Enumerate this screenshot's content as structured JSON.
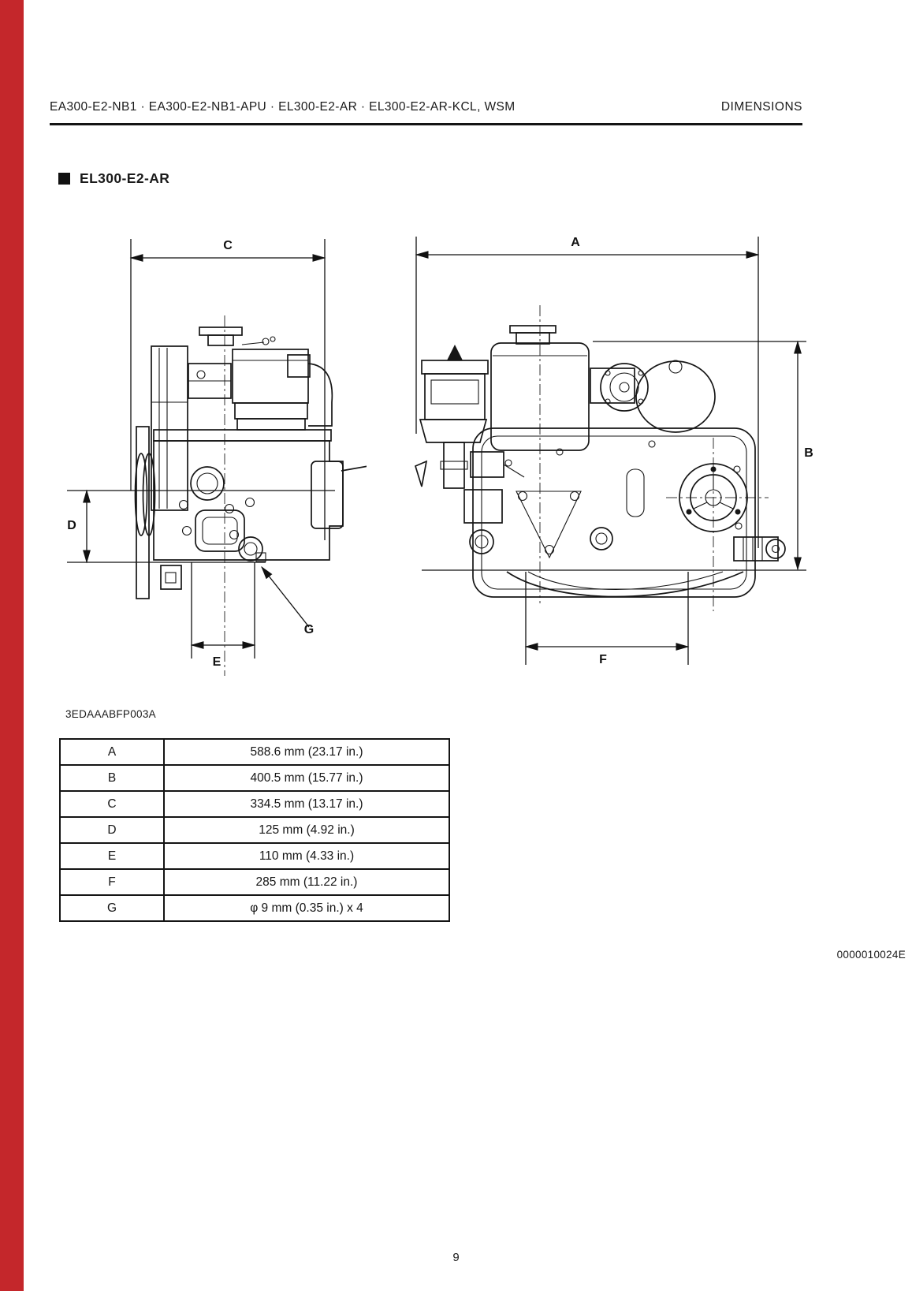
{
  "header": {
    "models": "EA300-E2-NB1 · EA300-E2-NB1-APU · EL300-E2-AR · EL300-E2-AR-KCL,  WSM",
    "right": "DIMENSIONS"
  },
  "section": {
    "title": "EL300-E2-AR"
  },
  "figure": {
    "code": "3EDAAABFP003A"
  },
  "diagrams": {
    "side_view": {
      "labels": {
        "c": "C",
        "d": "D",
        "e": "E",
        "g": "G"
      }
    },
    "front_view": {
      "labels": {
        "a": "A",
        "b": "B",
        "f": "F"
      }
    }
  },
  "dimensions_table": {
    "rows": [
      {
        "label": "A",
        "value": "588.6 mm (23.17 in.)"
      },
      {
        "label": "B",
        "value": "400.5 mm (15.77 in.)"
      },
      {
        "label": "C",
        "value": "334.5 mm (13.17 in.)"
      },
      {
        "label": "D",
        "value": "125 mm (4.92 in.)"
      },
      {
        "label": "E",
        "value": "110 mm (4.33 in.)"
      },
      {
        "label": "F",
        "value": "285 mm (11.22 in.)"
      },
      {
        "label": "G",
        "value": "φ 9 mm (0.35 in.) x 4"
      }
    ]
  },
  "footer": {
    "doc_number": "0000010024E",
    "page_number": "9"
  },
  "colors": {
    "edge_stripe": "#c4272b",
    "ink": "#1a1a1a"
  }
}
